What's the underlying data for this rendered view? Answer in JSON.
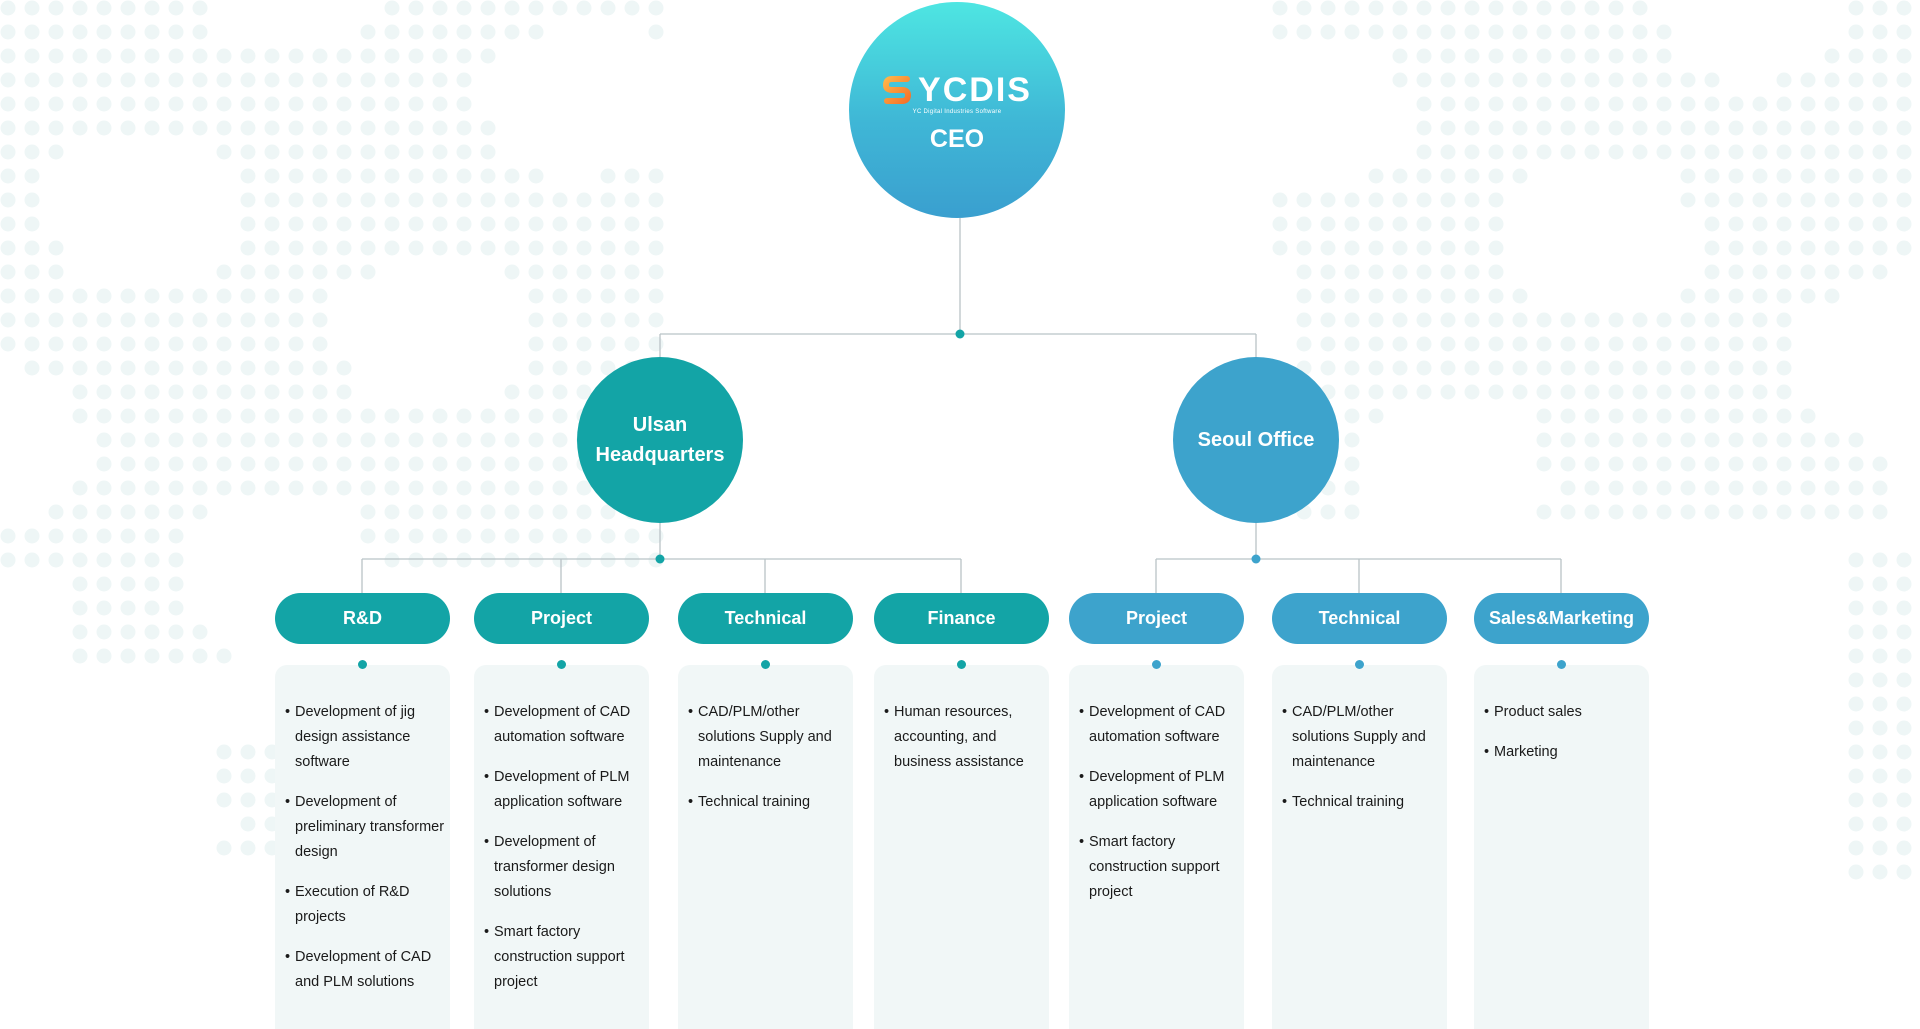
{
  "ceo": {
    "logo_text": "YCDIS",
    "logo_tagline": "YC Digital Industries Software",
    "title": "CEO"
  },
  "offices": {
    "ulsan": {
      "name": "Ulsan Headquarters"
    },
    "seoul": {
      "name": "Seoul Office"
    }
  },
  "departments": [
    {
      "label": "R&D",
      "office": "ulsan",
      "items": [
        "Development of jig design assistance software",
        "Development of preliminary transformer design",
        "Execution of R&D projects",
        "Development of CAD and PLM solutions"
      ]
    },
    {
      "label": "Project",
      "office": "ulsan",
      "items": [
        "Development of CAD automation software",
        "Development of PLM application software",
        "Development of transformer design solutions",
        "Smart factory construction support project"
      ]
    },
    {
      "label": "Technical",
      "office": "ulsan",
      "items": [
        "CAD/PLM/other solutions Supply and maintenance",
        "Technical training"
      ]
    },
    {
      "label": "Finance",
      "office": "ulsan",
      "items": [
        "Human resources, accounting, and business assistance"
      ]
    },
    {
      "label": "Project",
      "office": "seoul",
      "items": [
        "Development of CAD automation software",
        "Development of PLM application software",
        "Smart factory construction support project"
      ]
    },
    {
      "label": "Technical",
      "office": "seoul",
      "items": [
        "CAD/PLM/other solutions Supply and maintenance",
        "Technical training"
      ]
    },
    {
      "label": "Sales&Marketing",
      "office": "seoul",
      "items": [
        "Product sales",
        "Marketing"
      ]
    }
  ],
  "colors": {
    "ulsan_teal": "#13a4a6",
    "seoul_blue": "#3da3cc",
    "connector_line": "#b9c3c7",
    "card_background": "#f1f7f7",
    "background_dots": "#eef6f6"
  }
}
